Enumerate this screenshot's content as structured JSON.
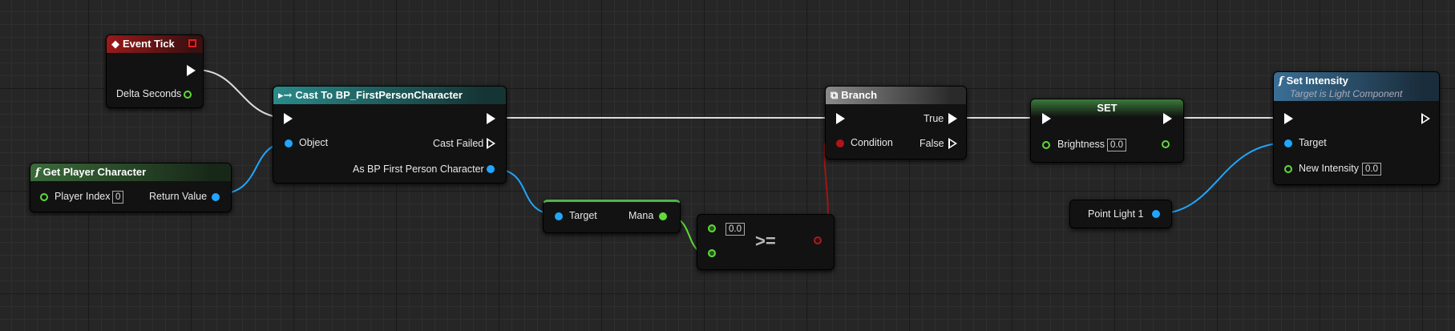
{
  "nodes": {
    "event_tick": {
      "title": "Event Tick",
      "pin_delta": "Delta Seconds"
    },
    "get_player": {
      "title": "Get Player Character",
      "pin_index": "Player Index",
      "index_value": "0",
      "pin_return": "Return Value"
    },
    "cast": {
      "title": "Cast To BP_FirstPersonCharacter",
      "pin_object": "Object",
      "pin_failed": "Cast Failed",
      "pin_as": "As BP First Person Character"
    },
    "mana_get": {
      "pin_target": "Target",
      "pin_mana": "Mana"
    },
    "compare": {
      "value": "0.0",
      "op": ">="
    },
    "branch": {
      "title": "Branch",
      "pin_condition": "Condition",
      "pin_true": "True",
      "pin_false": "False"
    },
    "set": {
      "title": "SET",
      "pin_brightness": "Brightness",
      "brightness_value": "0.0"
    },
    "point_light": {
      "label": "Point Light 1"
    },
    "set_intensity": {
      "title": "Set Intensity",
      "subtitle": "Target is Light Component",
      "pin_target": "Target",
      "pin_intensity": "New Intensity",
      "intensity_value": "0.0"
    }
  },
  "colors": {
    "exec": "#ffffff",
    "object": "#1fa7ff",
    "float": "#5edb3a",
    "bool": "#b01515"
  }
}
